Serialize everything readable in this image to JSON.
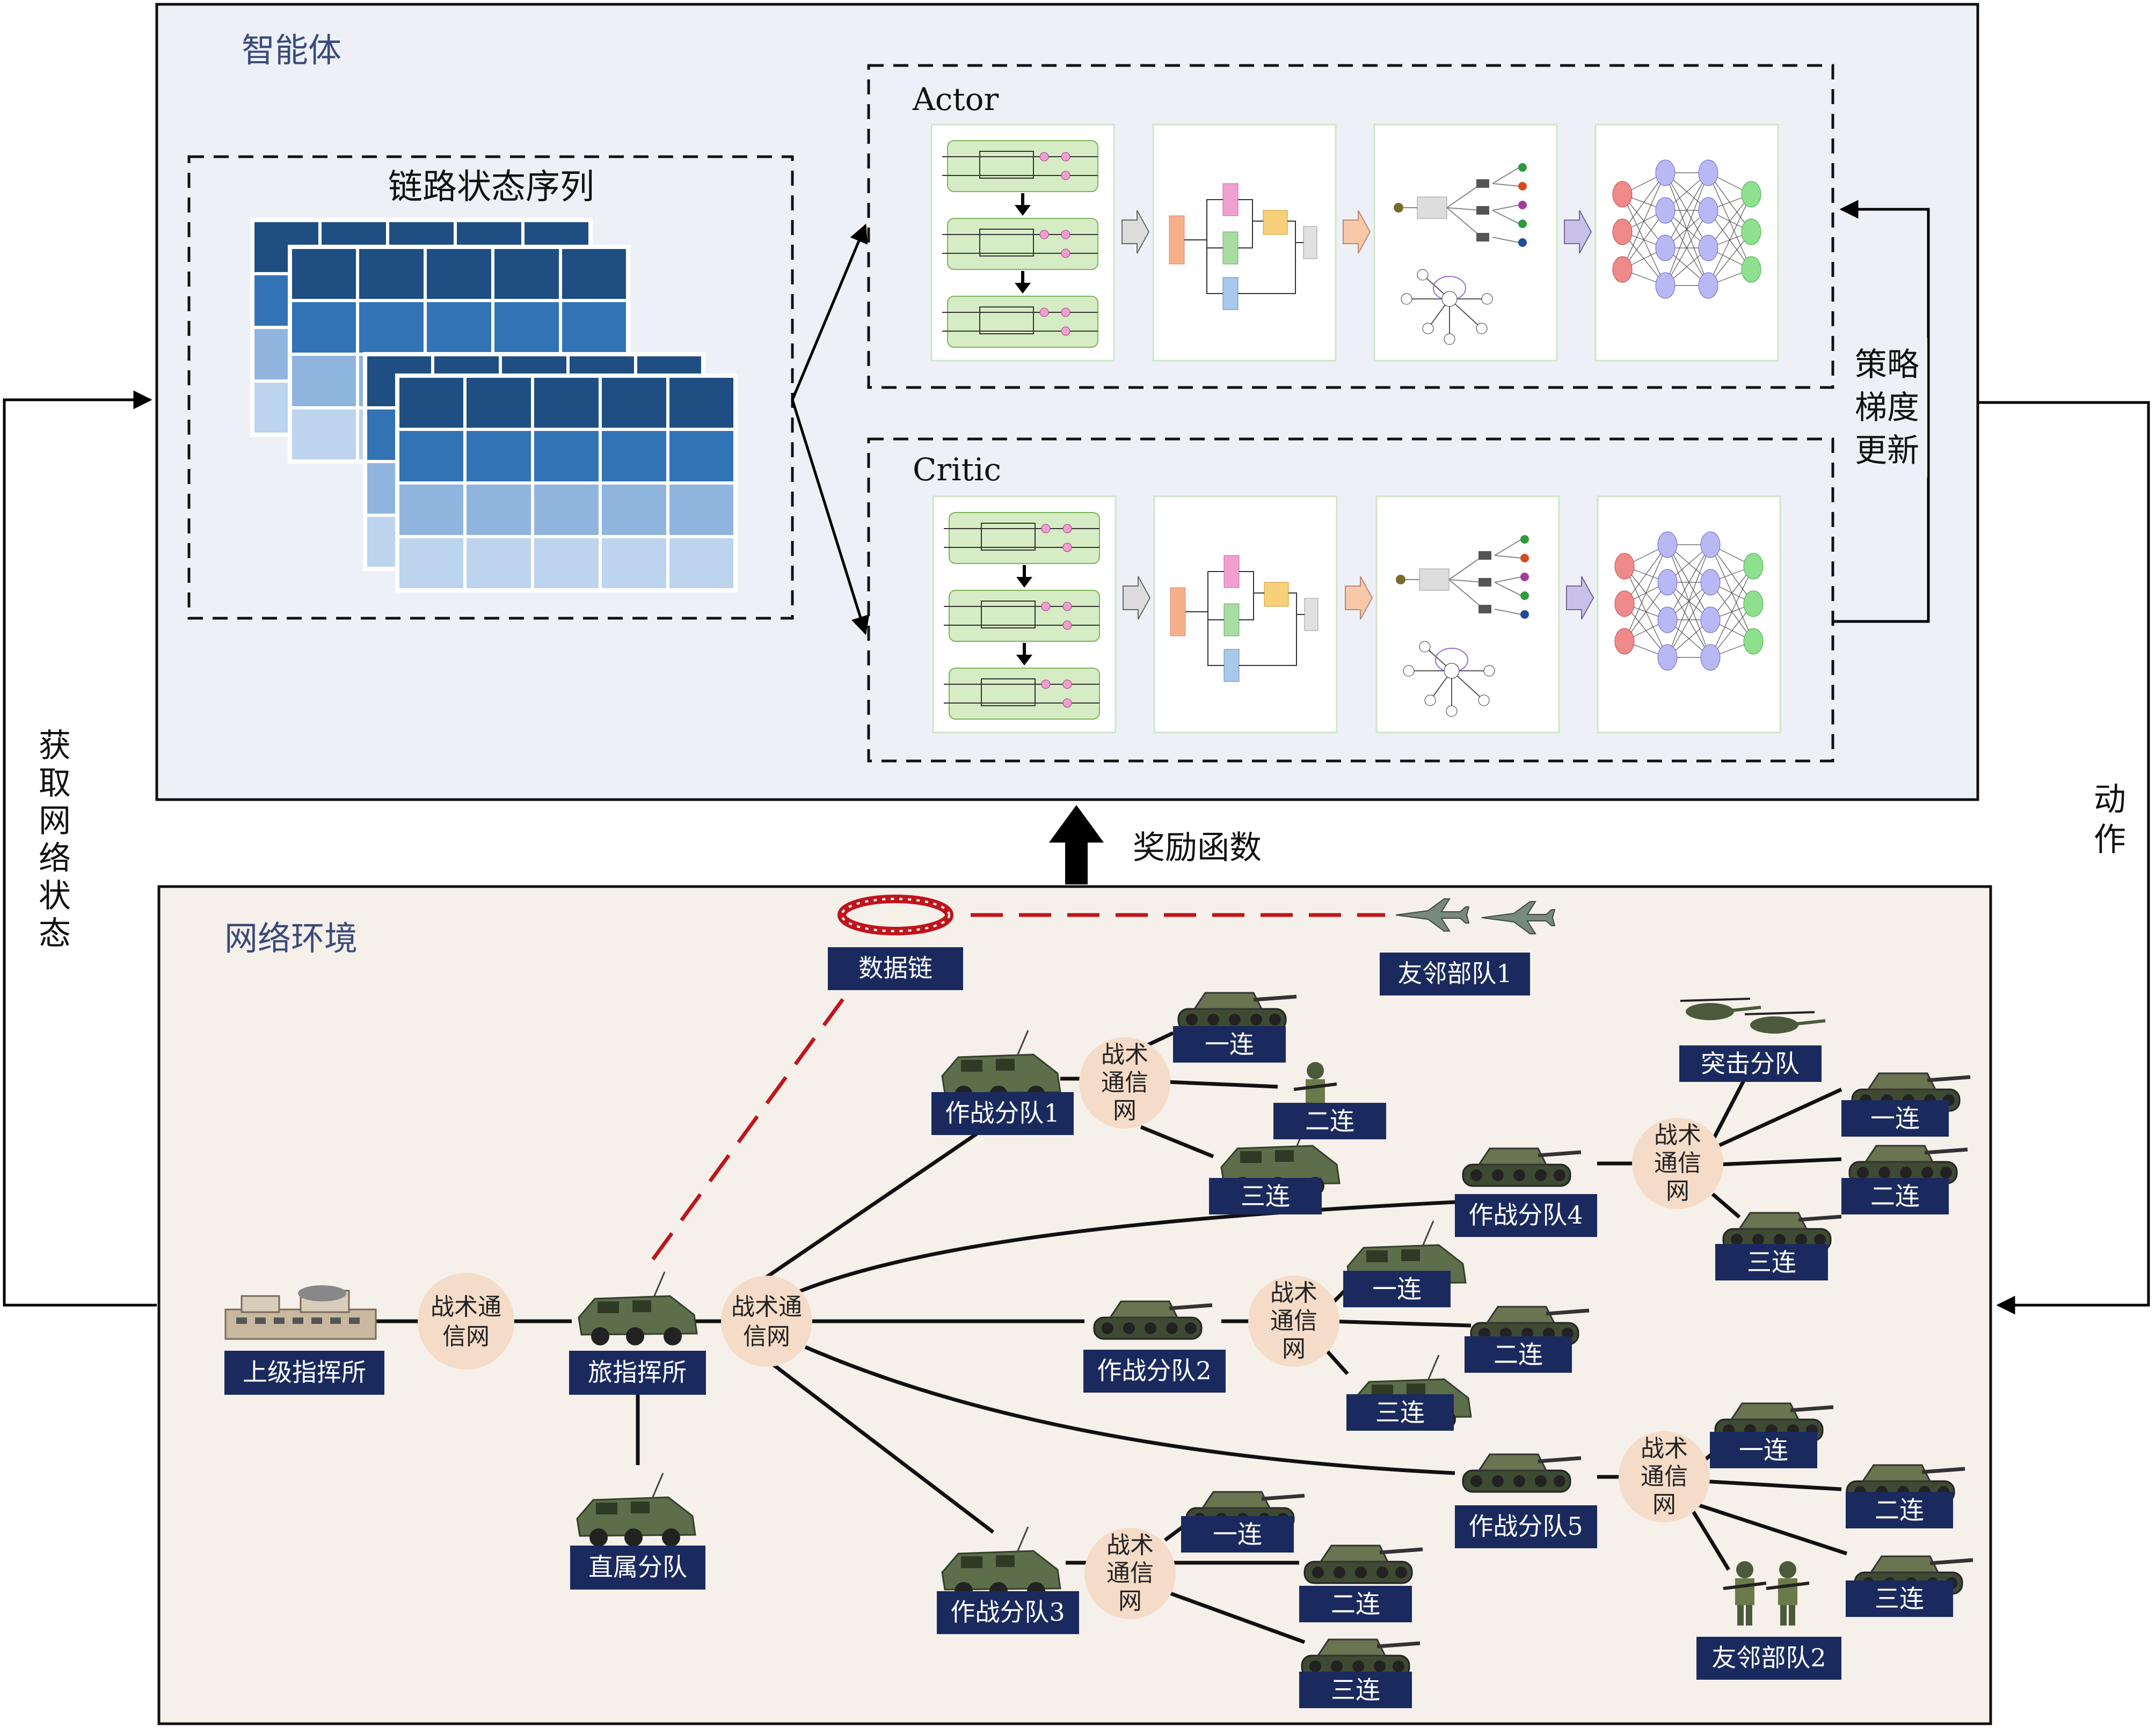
{
  "agent": {
    "title": "智能体",
    "state_sequence_title": "链路状态序列",
    "actor_label": "Actor",
    "critic_label": "Critic",
    "policy_update_label": [
      "策略",
      "梯度",
      "更新"
    ]
  },
  "edges": {
    "get_state_label": [
      "获",
      "取",
      "网",
      "络",
      "状",
      "态"
    ],
    "action_label": [
      "动",
      "作"
    ],
    "reward_label": "奖励函数"
  },
  "env": {
    "title": "网络环境",
    "datalink": "数据链",
    "neighbor1": "友邻部队1",
    "neighbor2": "友邻部队2",
    "superior_cp": "上级指挥所",
    "brigade_cp": "旅指挥所",
    "direct_unit": "直属分队",
    "tactical_net_2line": [
      "战术通",
      "信网"
    ],
    "tactical_net_3line": [
      "战术",
      "通信",
      "网"
    ],
    "squads": {
      "s1": "作战分队1",
      "s2": "作战分队2",
      "s3": "作战分队3",
      "s4": "作战分队4",
      "s5": "作战分队5"
    },
    "assault": "突击分队",
    "company1": "一连",
    "company2": "二连",
    "company3": "三连"
  },
  "colors": {
    "agent_bg": "#edf1f7",
    "env_bg": "#f6f0ea",
    "label_bg": "#1a2a5e",
    "net_circle": "#f5dcc8",
    "datalink_red": "#c0141c",
    "table_dark": "#1f4e82",
    "table_mid": "#3273b6",
    "table_light": "#8fb5df",
    "table_pale": "#bcd4ed"
  }
}
